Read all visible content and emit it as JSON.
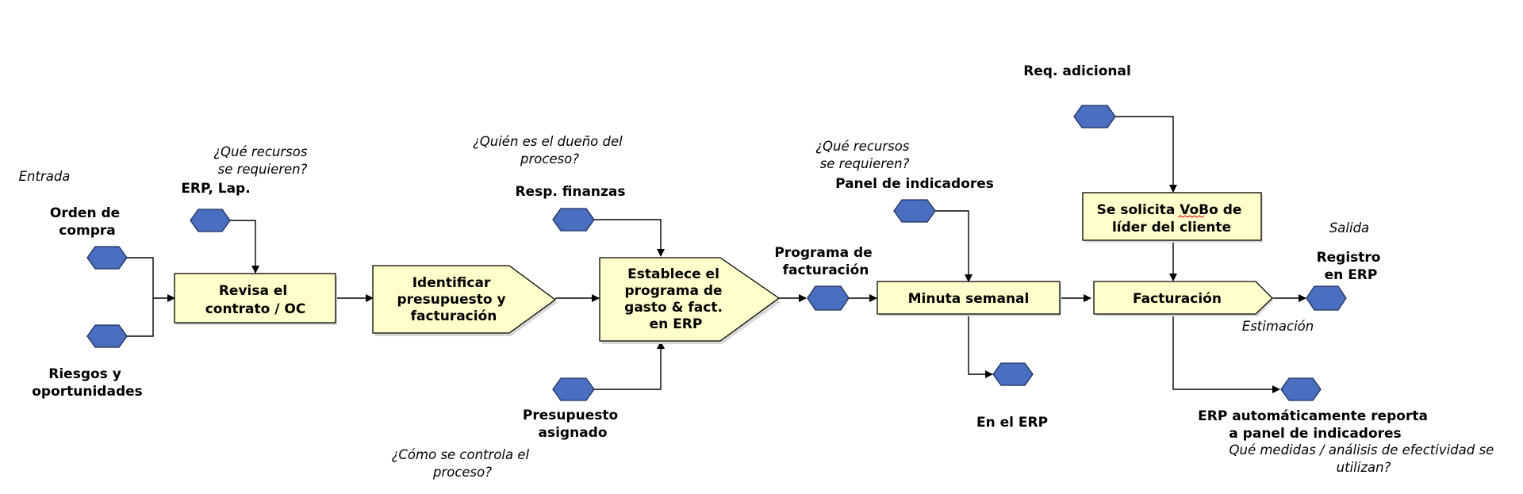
{
  "entrada_label": "Entrada",
  "salida_label": "Salida",
  "inputs": {
    "orden": [
      "Orden de",
      "compra"
    ],
    "riesgos": [
      "Riesgos y",
      "oportunidades"
    ]
  },
  "steps": {
    "revisa": [
      "Revisa el",
      "contrato / OC"
    ],
    "identificar": [
      "Identificar",
      "presupuesto y",
      "facturación"
    ],
    "establece": [
      "Establece el",
      "programa de",
      "gasto & fact.",
      "en ERP"
    ],
    "minuta": [
      "Minuta semanal"
    ],
    "vobo": [
      "Se solicita VoBo de",
      "líder del cliente"
    ],
    "facturacion": [
      "Facturación"
    ]
  },
  "resources": {
    "erp_lap": "ERP, Lap.",
    "resp_finanzas": "Resp. finanzas",
    "presupuesto": [
      "Presupuesto",
      "asignado"
    ],
    "panel": "Panel de indicadores",
    "req_adicional": "Req. adicional"
  },
  "outputs": {
    "programa": [
      "Programa de",
      "facturación"
    ],
    "en_erp": "En el ERP",
    "registro": [
      "Registro",
      "en ERP"
    ],
    "erp_reporta": [
      "ERP automáticamente reporta",
      "a panel de indicadores"
    ],
    "estimacion": "Estimación"
  },
  "questions": {
    "recursos_1": [
      "¿Qué recursos",
      "se requieren?"
    ],
    "dueno": [
      "¿Quién es el dueño del",
      "proceso?"
    ],
    "recursos_2": [
      "¿Qué recursos",
      "se requieren?"
    ],
    "controla": [
      "¿Cómo se controla el",
      "proceso?"
    ],
    "medidas": [
      "Qué medidas / análisis de efectividad se",
      "utilizan?"
    ]
  },
  "colors": {
    "hexagon_fill": "#4a6fc0",
    "box_fill": "#ffffcc"
  }
}
